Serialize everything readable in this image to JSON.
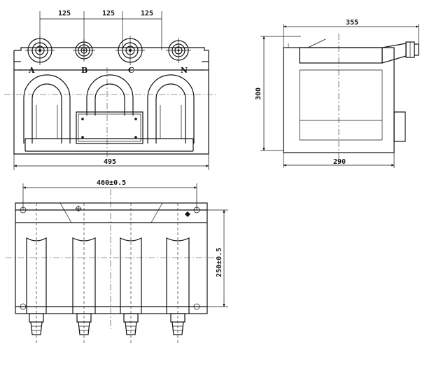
{
  "front_view": {
    "spacing_dims": [
      "125",
      "125",
      "125"
    ],
    "terminal_labels": [
      "A",
      "B",
      "C",
      "N"
    ],
    "overall_width": "495"
  },
  "side_view": {
    "length": "355",
    "height": "300",
    "base_depth": "290"
  },
  "plan_view": {
    "mounting_width": "460±0.5",
    "mounting_depth": "250±0.5"
  }
}
